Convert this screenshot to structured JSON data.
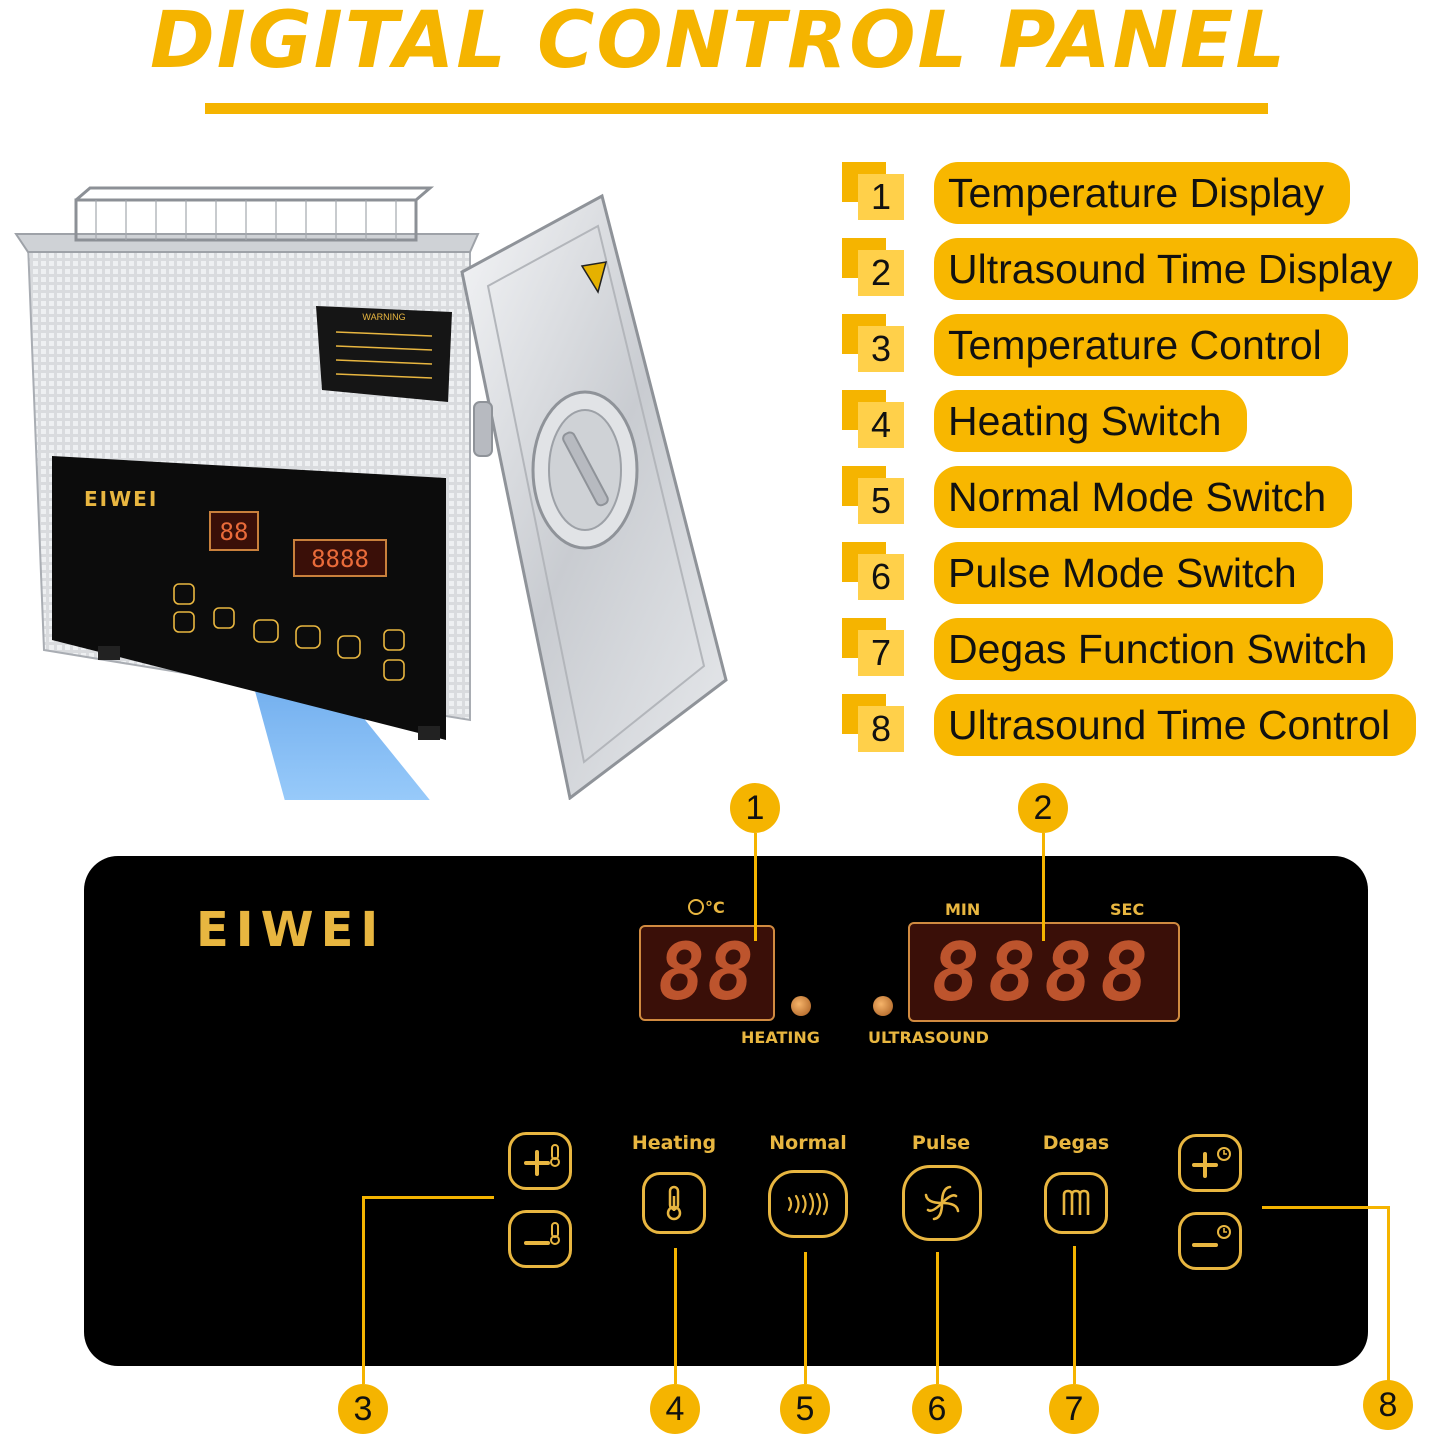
{
  "title": "DIGITAL CONTROL PANEL",
  "colors": {
    "accent": "#f5b400",
    "panel": "#000000",
    "panel_text": "#e8b640",
    "display_digit": "#e96b3a"
  },
  "legend": [
    {
      "num": "1",
      "label": "Temperature Display"
    },
    {
      "num": "2",
      "label": "Ultrasound Time Display"
    },
    {
      "num": "3",
      "label": "Temperature Control"
    },
    {
      "num": "4",
      "label": "Heating Switch"
    },
    {
      "num": "5",
      "label": "Normal Mode Switch"
    },
    {
      "num": "6",
      "label": "Pulse Mode Switch"
    },
    {
      "num": "7",
      "label": "Degas Function Switch"
    },
    {
      "num": "8",
      "label": "Ultrasound Time Control"
    }
  ],
  "product": {
    "brand": "EIWEI",
    "warning_title": "WARNING"
  },
  "panel": {
    "brand": "EIWEI",
    "temp_unit": "°C",
    "temp_digits": "88",
    "heating_label": "HEATING",
    "ultrasound_label": "ULTRASOUND",
    "min_label": "MIN",
    "sec_label": "SEC",
    "time_digits": "8888",
    "buttons": {
      "heating": "Heating",
      "normal": "Normal",
      "pulse": "Pulse",
      "degas": "Degas"
    },
    "icons": {
      "temp_plus": "plus-thermometer-icon",
      "temp_minus": "minus-thermometer-icon",
      "heating": "thermometer-icon",
      "normal": "sound-waves-icon",
      "pulse": "fan-swirl-icon",
      "degas": "degas-coil-icon",
      "time_plus": "plus-clock-icon",
      "time_minus": "minus-clock-icon"
    }
  },
  "callouts": [
    "1",
    "2",
    "3",
    "4",
    "5",
    "6",
    "7",
    "8"
  ]
}
